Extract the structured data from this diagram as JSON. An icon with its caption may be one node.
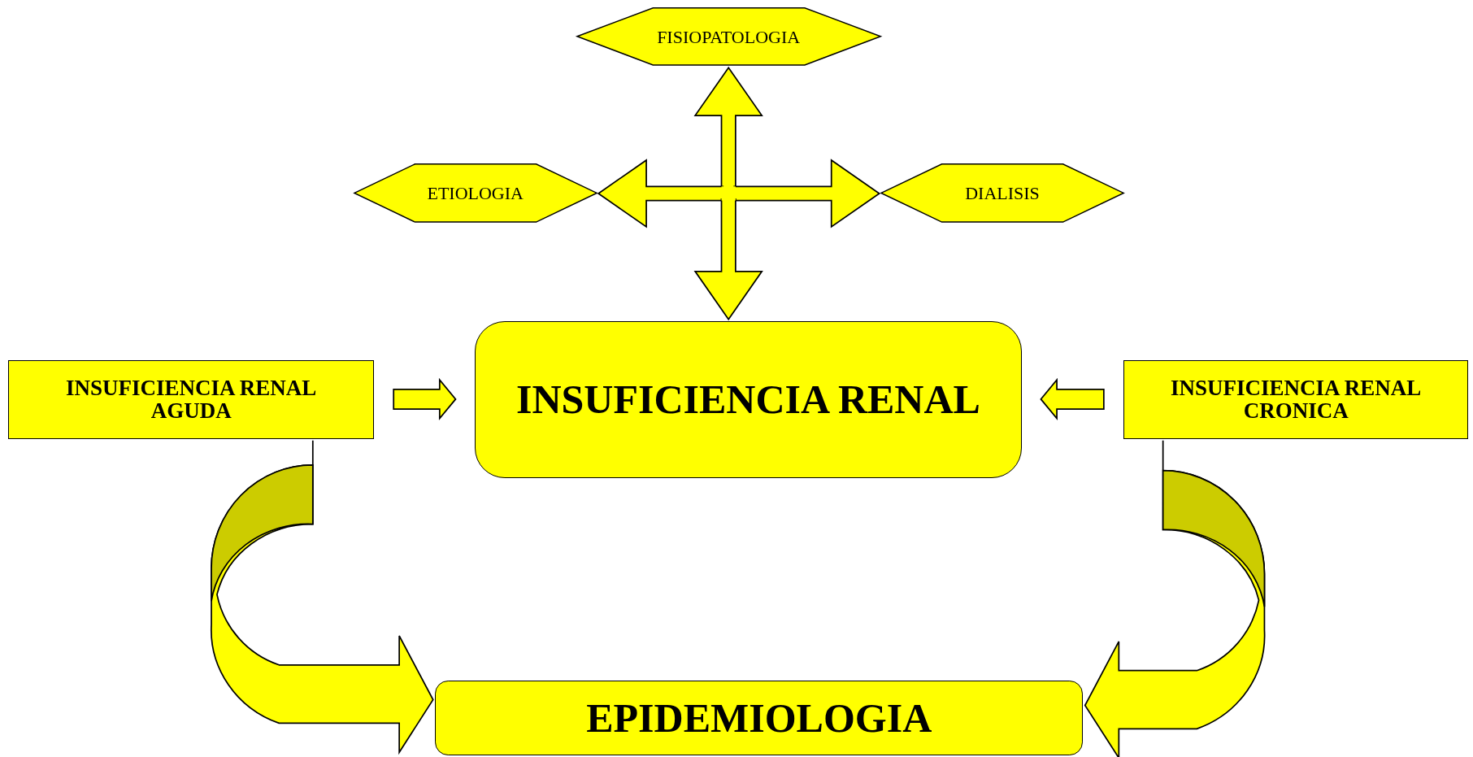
{
  "diagram": {
    "nodes": [
      {
        "text": [
          "FISIOPATOLOGIA"
        ]
      },
      {
        "text": [
          "ETIOLOGIA"
        ]
      },
      {
        "text": [
          "DIALISIS"
        ]
      },
      {
        "text": [
          "INSUFICIENCIA RENAL AGUDA"
        ]
      },
      {
        "text": [
          "INSUFICIENCIA RENAL"
        ]
      },
      {
        "text": [
          "INSUFICIENCIA RENAL CRONICA"
        ]
      },
      {
        "text": [
          "EPIDEMIOLOGIA"
        ]
      }
    ],
    "edges": [
      {
        "from": null,
        "to": 0,
        "arrow": "to"
      },
      {
        "from": null,
        "to": 1,
        "arrow": "to"
      },
      {
        "from": null,
        "to": 2,
        "arrow": "to"
      },
      {
        "from": null,
        "to": 4,
        "arrow": "to"
      },
      {
        "from": 3,
        "to": 4,
        "arrow": "to"
      },
      {
        "from": 5,
        "to": 4,
        "arrow": "to"
      },
      {
        "from": 3,
        "to": 6,
        "arrow": "to"
      },
      {
        "from": 5,
        "to": 6,
        "arrow": "to"
      }
    ]
  }
}
